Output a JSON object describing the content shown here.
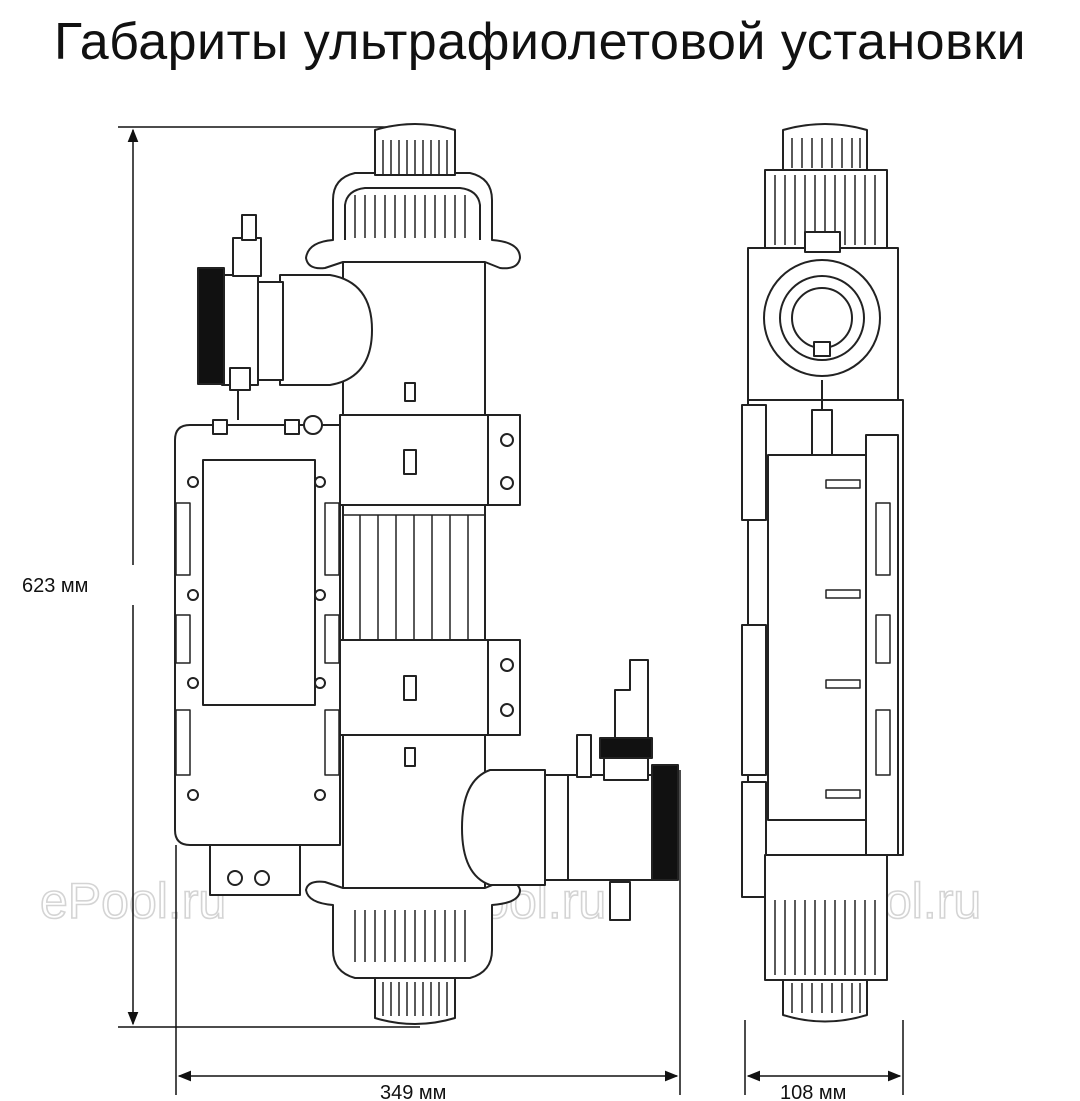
{
  "title": "Габариты ультрафиолетовой установки",
  "dimensions": {
    "height": "623 мм",
    "width_front": "349 мм",
    "depth_side": "108 мм"
  },
  "watermark": "ePool.ru",
  "colors": {
    "line": "#222222",
    "fill_dark": "#111111",
    "watermark": "#d4d4d4"
  }
}
